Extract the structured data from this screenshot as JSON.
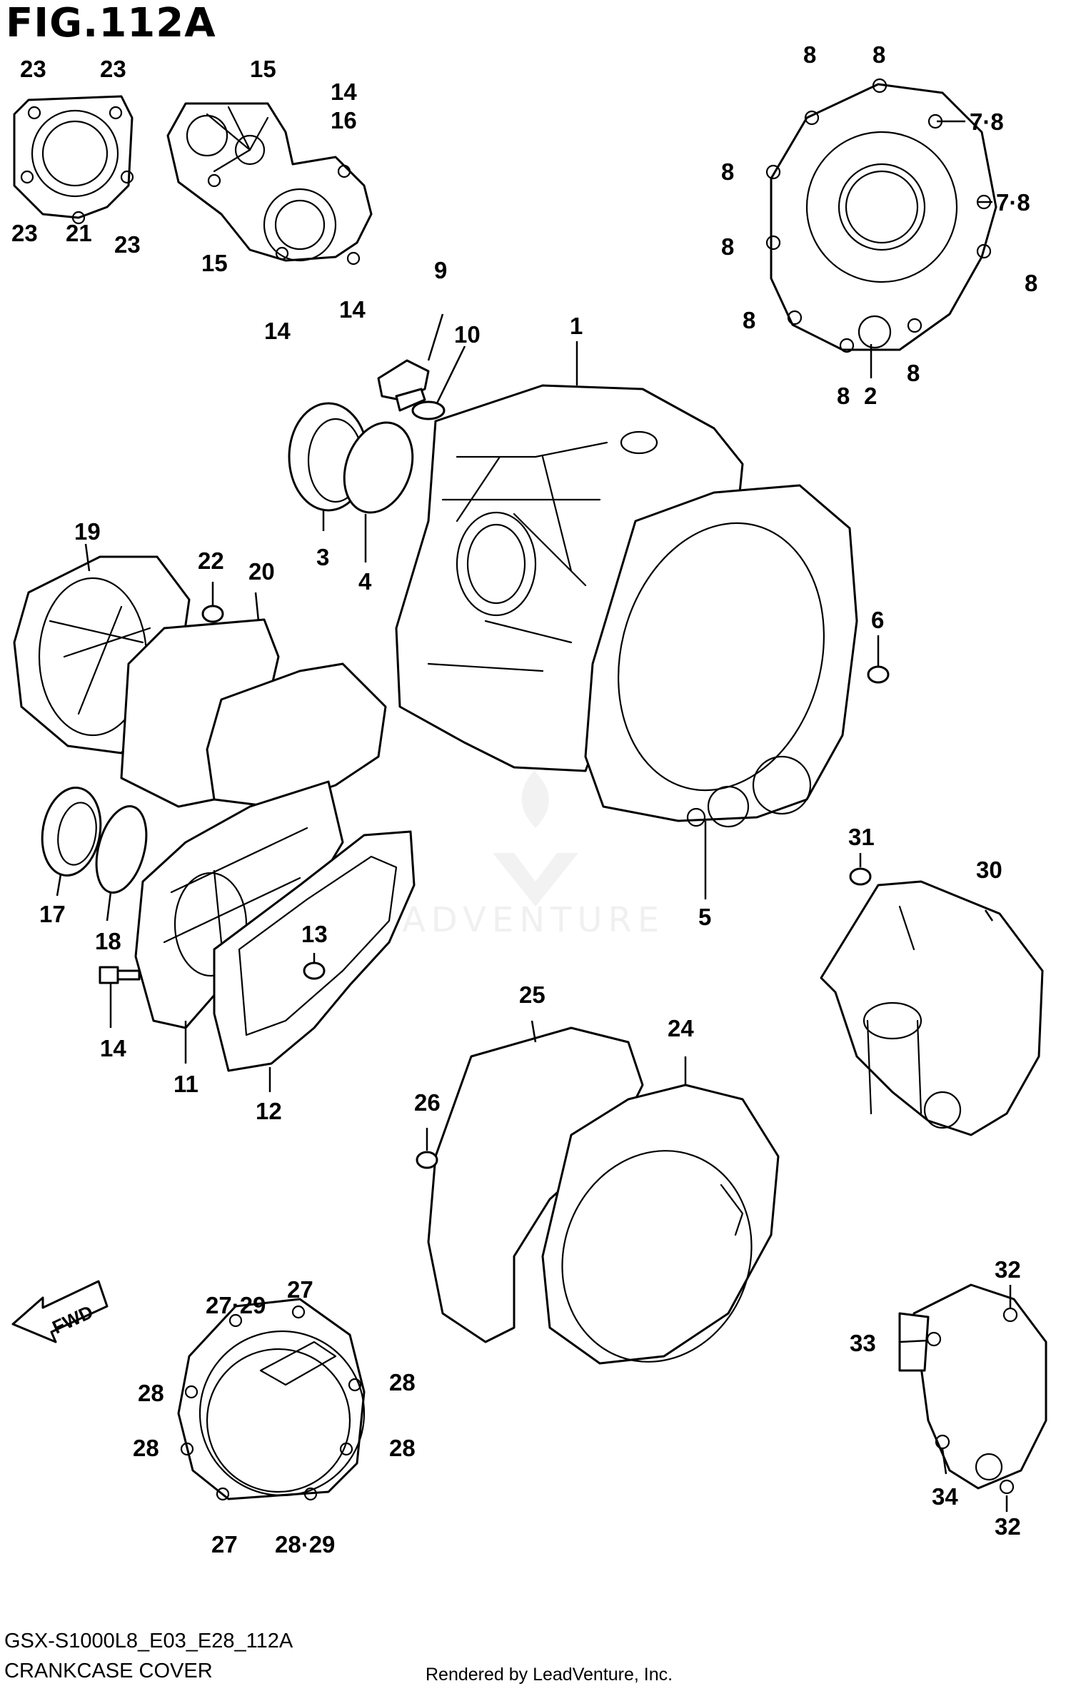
{
  "figure": {
    "title": "FIG.112A"
  },
  "footer": {
    "code": "GSX-S1000L8_E03_E28_112A",
    "name": "CRANKCASE COVER",
    "credit": "Rendered by LeadVenture, Inc."
  },
  "watermark": {
    "text": "LEADVENTURE"
  },
  "direction": {
    "fwd": "FWD"
  },
  "callouts": {
    "c1": "1",
    "c2": "2",
    "c3": "3",
    "c4": "4",
    "c5": "5",
    "c6": "6",
    "c7_8a": "7·8",
    "c7_8b": "7·8",
    "c8a": "8",
    "c8b": "8",
    "c8c": "8",
    "c8d": "8",
    "c8e": "8",
    "c8f": "8",
    "c8g": "8",
    "c8h": "8",
    "c9": "9",
    "c10": "10",
    "c11": "11",
    "c12": "12",
    "c13": "13",
    "c14a": "14",
    "c14b": "14",
    "c14c": "14",
    "c14d": "14",
    "c15a": "15",
    "c15b": "15",
    "c16": "16",
    "c17": "17",
    "c18": "18",
    "c19": "19",
    "c20": "20",
    "c21": "21",
    "c22": "22",
    "c23a": "23",
    "c23b": "23",
    "c23c": "23",
    "c23d": "23",
    "c24": "24",
    "c25": "25",
    "c26": "26",
    "c27a": "27",
    "c27b": "27",
    "c27_29": "27·29",
    "c28a": "28",
    "c28b": "28",
    "c28c": "28",
    "c28d": "28",
    "c28_29": "28·29",
    "c30": "30",
    "c31": "31",
    "c32a": "32",
    "c32b": "32",
    "c33": "33",
    "c34": "34"
  }
}
